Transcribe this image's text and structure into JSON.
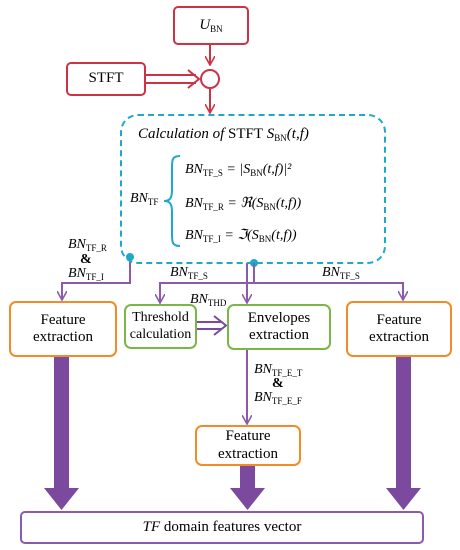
{
  "source": {
    "symbol": "U",
    "subscript": "BN"
  },
  "stft": {
    "label": "STFT"
  },
  "calc": {
    "prefix": "Calculation of",
    "stft_word": "STFT",
    "symbol": "S",
    "subscript": "BN",
    "args": "(t,f)"
  },
  "bntf": {
    "symbol": "BN",
    "subscript": "TF"
  },
  "formulas": [
    {
      "symbol": "BN",
      "subscript": "TF_S",
      "rhs_prefix": " = |S",
      "rhs_sub": "BN",
      "rhs_suffix": "(t,f)|²"
    },
    {
      "symbol": "BN",
      "subscript": "TF_R",
      "rhs_prefix": " = ℜ(S",
      "rhs_sub": "BN",
      "rhs_suffix": "(t,f))"
    },
    {
      "symbol": "BN",
      "subscript": "TF_I",
      "rhs_prefix": " = ℑ(S",
      "rhs_sub": "BN",
      "rhs_suffix": "(t,f))"
    }
  ],
  "edge_labels": {
    "left_r": {
      "symbol": "BN",
      "subscript": "TF_R"
    },
    "left_amp": "&",
    "left_i": {
      "symbol": "BN",
      "subscript": "TF_I"
    },
    "mid_s": {
      "symbol": "BN",
      "subscript": "TF_S"
    },
    "thd": {
      "symbol": "BN",
      "subscript": "THD"
    },
    "right_s": {
      "symbol": "BN",
      "subscript": "TF_S"
    },
    "env_t": {
      "symbol": "BN",
      "subscript": "TF_E_T"
    },
    "env_amp": "&",
    "env_f": {
      "symbol": "BN",
      "subscript": "TF_E_F"
    }
  },
  "boxes": {
    "feature_left": [
      "Feature",
      "extraction"
    ],
    "threshold": [
      "Threshold",
      "calculation"
    ],
    "envelopes": [
      "Envelopes",
      "extraction"
    ],
    "feature_right": [
      "Feature",
      "extraction"
    ],
    "feature_bottom": [
      "Feature",
      "extraction"
    ]
  },
  "output": {
    "prefix": "TF",
    "suffix": " domain features vector"
  },
  "colors": {
    "red": "#cc3344",
    "orange": "#f28c28",
    "green": "#7ab648",
    "purple": "#8a5ab0",
    "cyan": "#1fa9c9",
    "dark_purple": "#7b4a9e"
  }
}
